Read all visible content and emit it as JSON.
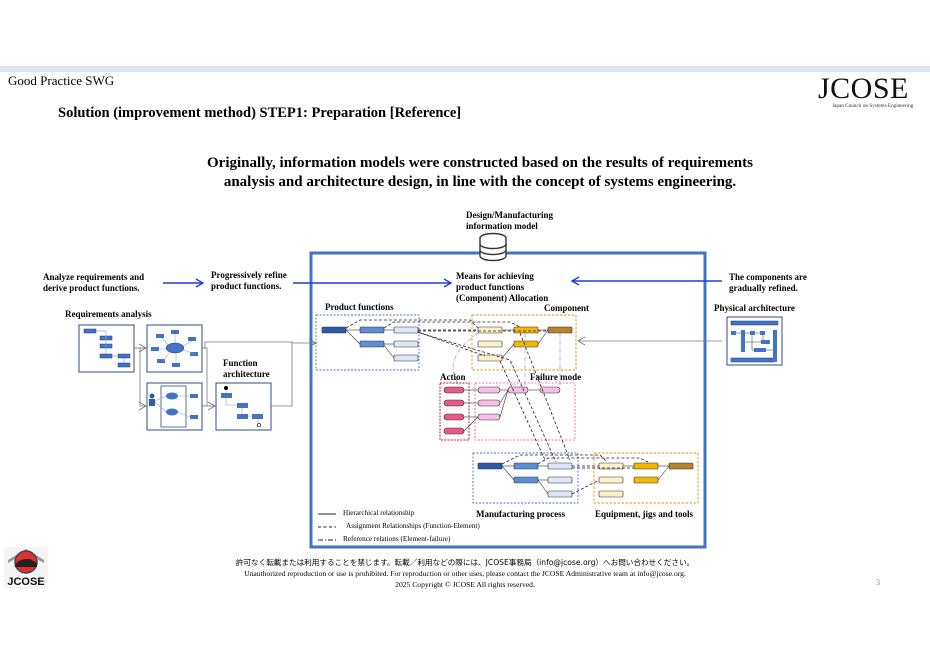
{
  "header": {
    "group_label": "Good Practice SWG",
    "slide_title": "Solution (improvement method) STEP1: Preparation [Reference]",
    "logo": {
      "name": "JCOSE",
      "subtitle": "Japan Council on Systems Engineering"
    }
  },
  "headline": {
    "line1": "Originally, information models were constructed based on the results of requirements",
    "line2": "analysis and architecture design, in line with the concept of systems engineering."
  },
  "diagram": {
    "info_model": {
      "line1": "Design/Manufacturing",
      "line2": "information model",
      "icon": "database-icon"
    },
    "left_note": {
      "line1": "Analyze requirements and",
      "line2": "derive product functions."
    },
    "refine_note": {
      "line1": "Progressively refine",
      "line2": "product functions."
    },
    "means_note": {
      "line1": "Means for achieving",
      "line2": "product functions",
      "line3": "(Component) Allocation"
    },
    "right_note": {
      "line1": "The components are",
      "line2": "gradually refined."
    },
    "requirements_analysis": "Requirements analysis",
    "function_architecture": {
      "line1": "Function",
      "line2": "architecture"
    },
    "physical_architecture": "Physical architecture",
    "groups": {
      "product_functions": "Product functions",
      "component": "Component",
      "action": "Action",
      "failure_mode": "Failure mode",
      "manufacturing_process": "Manufacturing process",
      "equipment": "Equipment, jigs and tools"
    },
    "legend": [
      {
        "style": "solid",
        "label": "Hierarchical relationship"
      },
      {
        "style": "dashed",
        "label": "Assignment Relationships (Function-Element)"
      },
      {
        "style": "dash-dot",
        "label": "Reference relations (Element-failure)"
      }
    ],
    "colors": {
      "frame": "#4472c4",
      "arrow": "#1f3fd6",
      "func_dark": "#2e5aa8",
      "func_mid": "#5b8fd6",
      "func_light": "#dce8f7",
      "comp_light": "#fdf0c8",
      "comp_mid": "#f5b800",
      "comp_dark": "#b8832a",
      "action": "#e8598a",
      "failure": "#f4c0e8",
      "group_blue": "#4472c4",
      "group_orange": "#d99a1e",
      "group_pink": "#e0509a",
      "group_red": "#c0143c"
    }
  },
  "footer": {
    "jp_notice": "許可なく転載または利用することを禁じます。転載／利用などの際には、JCOSE事務局（info@jcose.org）へお問い合わせください。",
    "en_notice": "Unauthorized reproduction or use is prohibited.  For reproduction or other uses, please contact the JCOSE Administrative team at info@jcose.org.",
    "copyright": "2025 Copyright © JCOSE All rights reserved.",
    "page_number": "3",
    "badge_label": "JCOSE"
  }
}
